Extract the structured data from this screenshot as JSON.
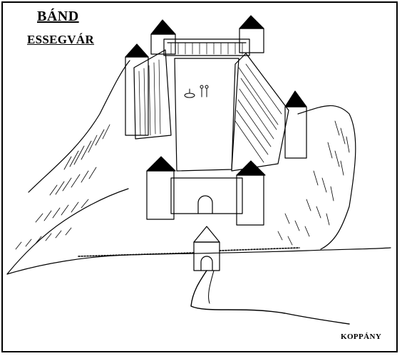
{
  "title": "BÁND",
  "subtitle": "ESSEGVÁR",
  "artist": "KOPPÁNY",
  "colors": {
    "ink": "#000000",
    "paper": "#ffffff"
  }
}
